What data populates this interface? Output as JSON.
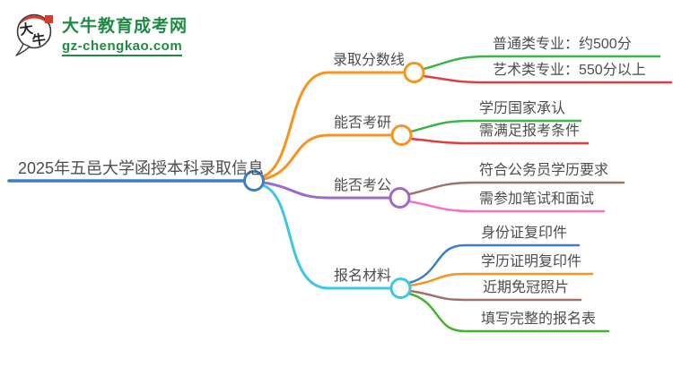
{
  "logo": {
    "name": "大牛教育成考网",
    "domain": "gz-chengkao.com",
    "mark_char_1": "大",
    "mark_char_2": "牛",
    "brand_color": "#1e8a44",
    "seal_color": "#d93a2b"
  },
  "root": {
    "label": "2025年五邑大学函授本科录取信息",
    "color": "#3e7dc2"
  },
  "branches": [
    {
      "label": "录取分数线",
      "color": "#f7941e",
      "children": [
        {
          "label": "普通类专业：约500分",
          "color": "#3cb44a"
        },
        {
          "label": "艺术类专业：550分以上",
          "color": "#e23b3c"
        }
      ]
    },
    {
      "label": "能否考研",
      "color": "#f7941e",
      "children": [
        {
          "label": "学历国家承认",
          "color": "#3cb44a"
        },
        {
          "label": "需满足报考条件",
          "color": "#e23b3c"
        }
      ]
    },
    {
      "label": "能否考公",
      "color": "#9c6bc9",
      "children": [
        {
          "label": "符合公务员学历要求",
          "color": "#9e7265"
        },
        {
          "label": "需参加笔试和面试",
          "color": "#ef74c9"
        }
      ]
    },
    {
      "label": "报名材料",
      "color": "#3cc8e2",
      "children": [
        {
          "label": "身份证复印件",
          "color": "#3e7dc2"
        },
        {
          "label": "学历证明复印件",
          "color": "#f7941e"
        },
        {
          "label": "近期免冠照片",
          "color": "#9e7265"
        },
        {
          "label": "填写完整的报名表",
          "color": "#45b32d"
        }
      ]
    }
  ]
}
